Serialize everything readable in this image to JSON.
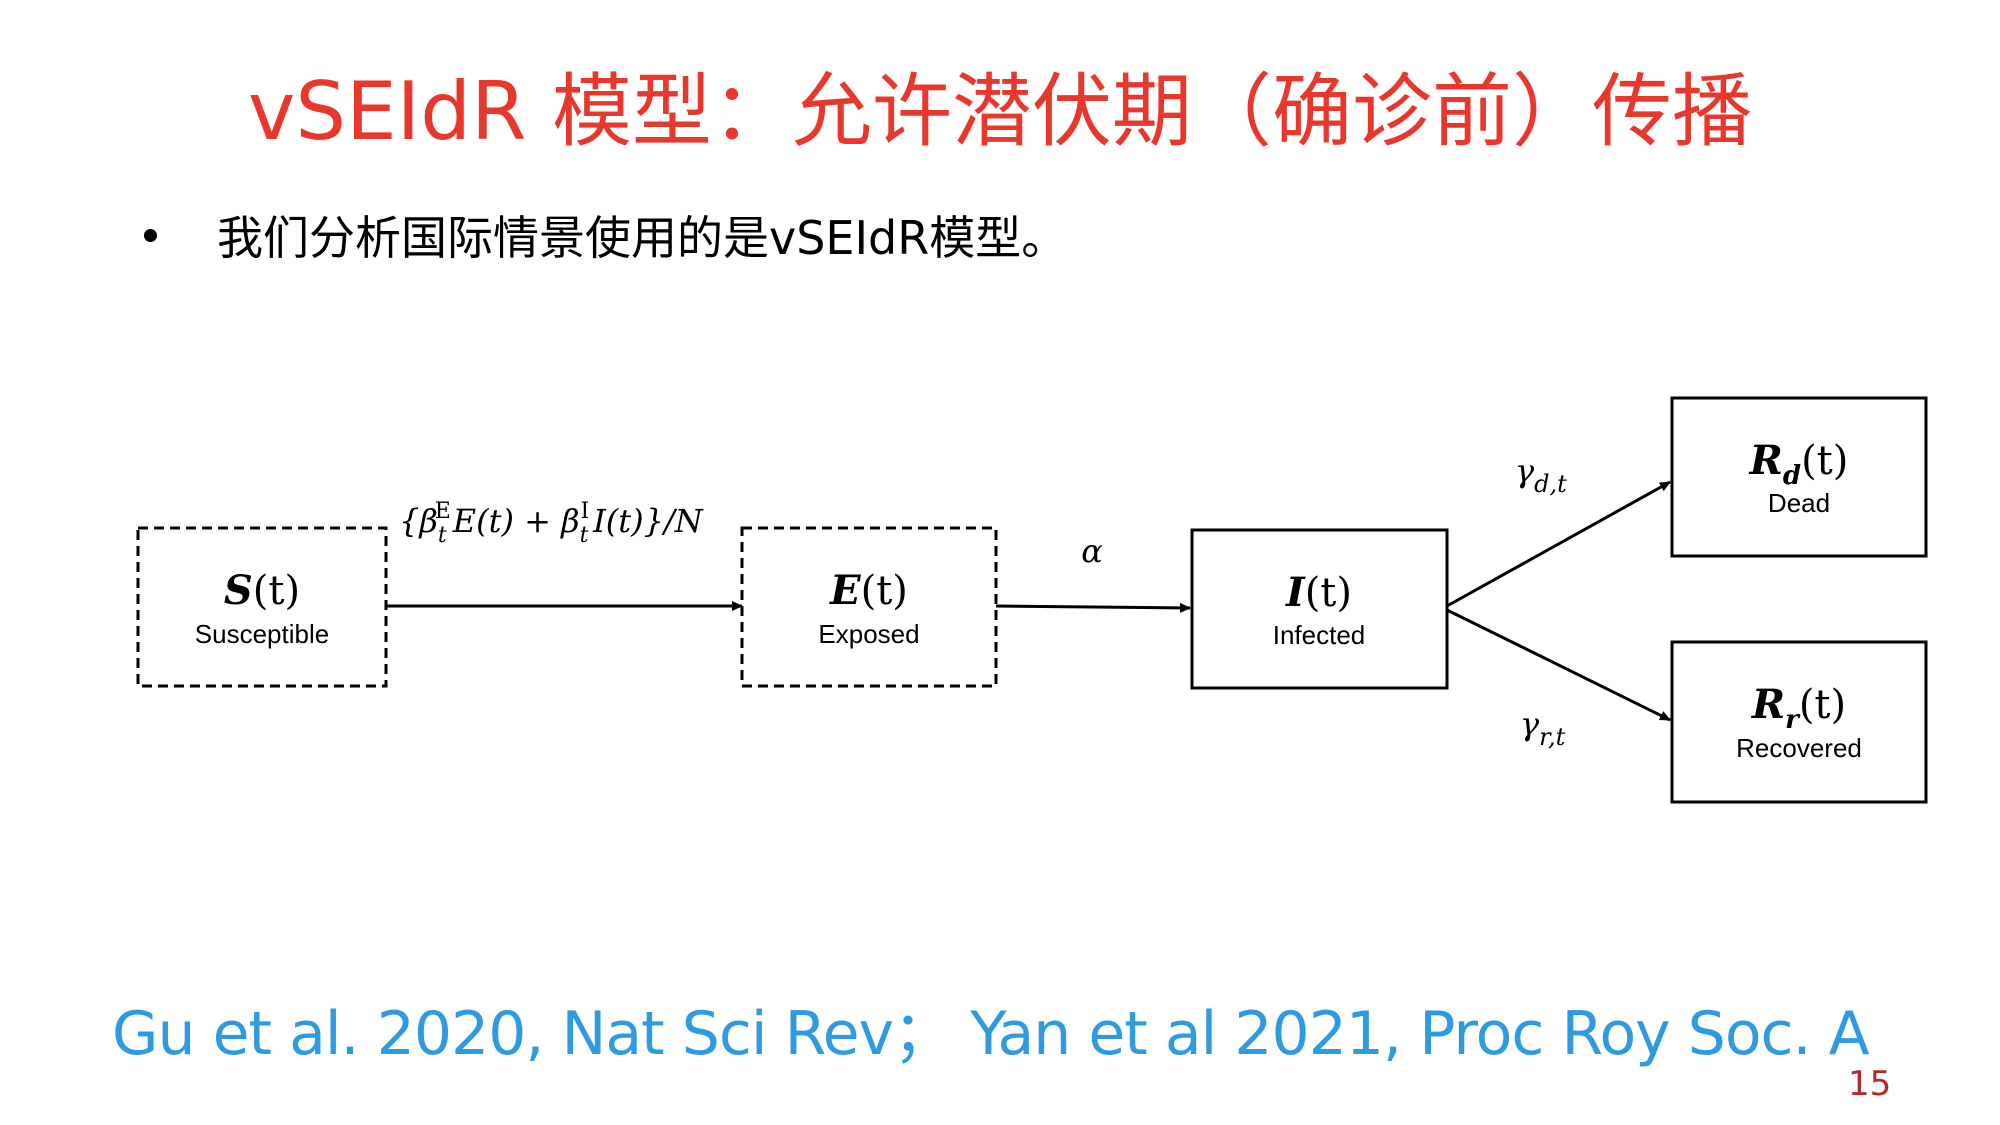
{
  "slide": {
    "title": "vSEIdR 模型：允许潜伏期（确诊前）传播",
    "bullet": "我们分析国际情景使用的是vSEIdR模型。",
    "citation": "Gu et al. 2020, Nat Sci Rev； Yan et al 2021, Proc Roy Soc. A",
    "page_number": "15"
  },
  "diagram": {
    "nodes": {
      "susceptible": {
        "symbol": "S",
        "arg": "(t)",
        "sub": "",
        "label": "Susceptible",
        "style": "dashed"
      },
      "exposed": {
        "symbol": "E",
        "arg": "(t)",
        "sub": "",
        "label": "Exposed",
        "style": "dashed"
      },
      "infected": {
        "symbol": "I",
        "arg": "(t)",
        "sub": "",
        "label": "Infected",
        "style": "solid"
      },
      "dead": {
        "symbol": "R",
        "arg": "(t)",
        "sub": "d",
        "label": "Dead",
        "style": "solid"
      },
      "recovered": {
        "symbol": "R",
        "arg": "(t)",
        "sub": "r",
        "label": "Recovered",
        "style": "solid"
      }
    },
    "edges": {
      "infection": {
        "from": "susceptible",
        "to": "exposed",
        "open": "{β",
        "sub1": "t",
        "sup1": "E",
        "mid": "E(t) + β",
        "sub2": "t",
        "sup2": "I",
        "end": "I(t)}/N"
      },
      "incubation": {
        "from": "exposed",
        "to": "infected",
        "label": "α"
      },
      "death": {
        "from": "infected",
        "to": "dead",
        "symbol": "γ",
        "sub": "d,t"
      },
      "recovery": {
        "from": "infected",
        "to": "recovered",
        "symbol": "γ",
        "sub": "r,t"
      }
    }
  }
}
